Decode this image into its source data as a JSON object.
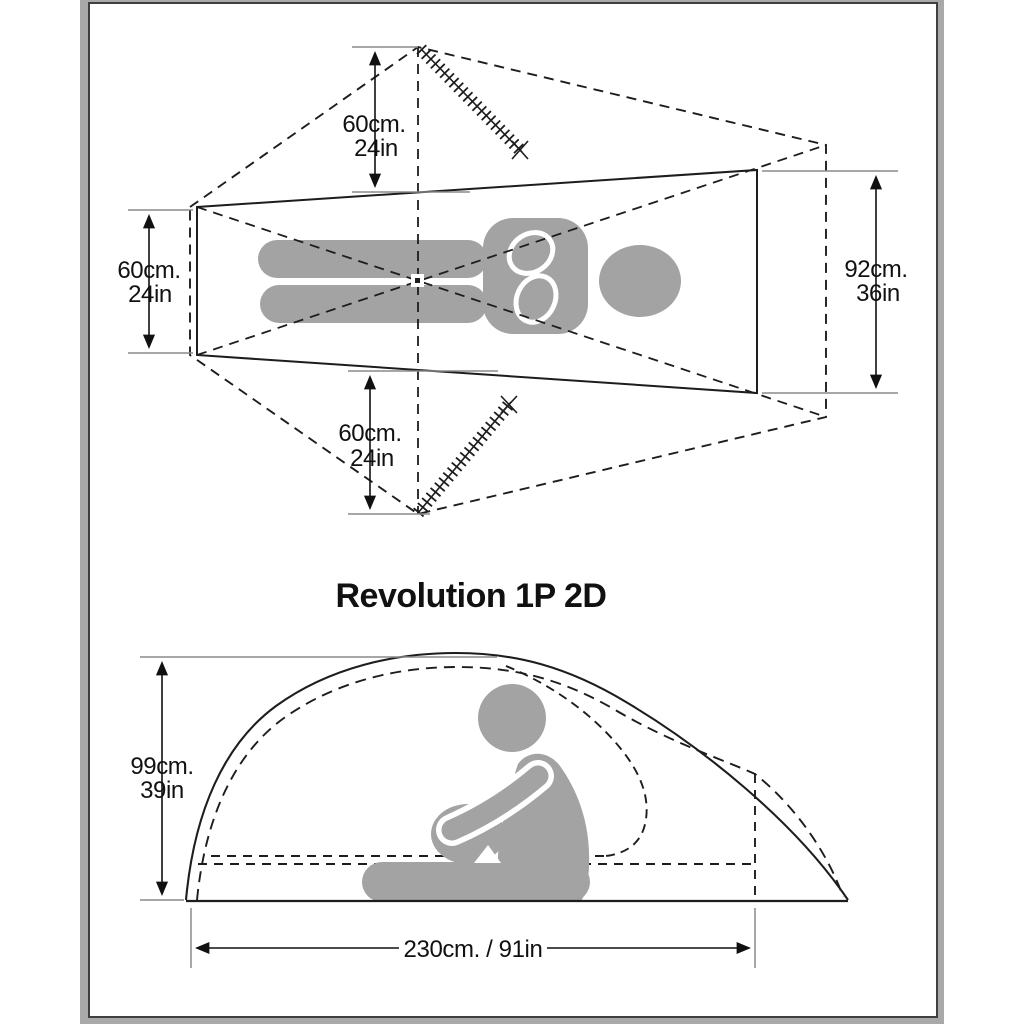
{
  "title": "Revolution 1P 2D",
  "colors": {
    "ink": "#1d1d1d",
    "silhouette": "#a3a3a3",
    "extension_line": "#8a8a8a",
    "frame_border": "#3f3f3f",
    "frame_shadow": "#a9a9a9",
    "background": "#ffffff"
  },
  "top_view": {
    "dim_top_vestibule": {
      "cm": "60cm.",
      "in": "24in"
    },
    "dim_left_width": {
      "cm": "60cm.",
      "in": "24in"
    },
    "dim_bottom_vestibule": {
      "cm": "60cm.",
      "in": "24in"
    },
    "dim_right_width": {
      "cm": "92cm.",
      "in": "36in"
    }
  },
  "side_view": {
    "dim_height": {
      "cm": "99cm.",
      "in": "39in"
    },
    "dim_length": "230cm. / 91in"
  }
}
